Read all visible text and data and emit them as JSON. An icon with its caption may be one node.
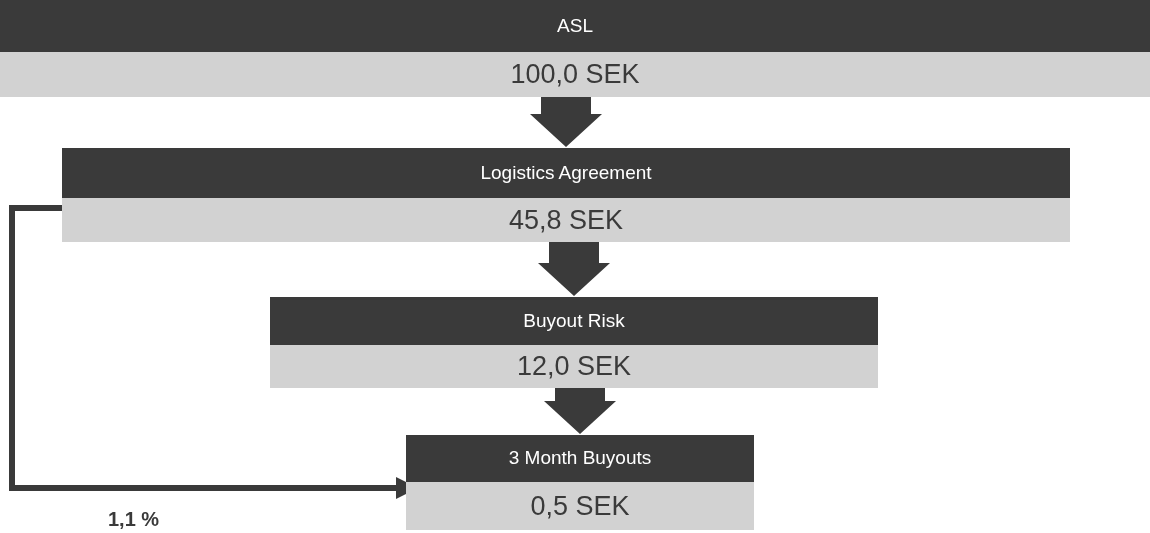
{
  "diagram": {
    "nodes": [
      {
        "text": [
          "ASL",
          "100,0 SEK"
        ]
      },
      {
        "text": [
          "Logistics Agreement",
          "45,8 SEK"
        ]
      },
      {
        "text": [
          "Buyout Risk",
          "12,0 SEK"
        ]
      },
      {
        "text": [
          "3 Month Buyouts",
          "0,5 SEK"
        ]
      }
    ],
    "edges": [
      {
        "from": 0,
        "to": 1,
        "arrow": "to",
        "style": "thick"
      },
      {
        "from": 1,
        "to": 2,
        "arrow": "to",
        "style": "thick"
      },
      {
        "from": 2,
        "to": 3,
        "arrow": "to",
        "style": "thick"
      },
      {
        "from": 1,
        "to": 3,
        "arrow": "to",
        "label": "1,1 %"
      }
    ]
  }
}
